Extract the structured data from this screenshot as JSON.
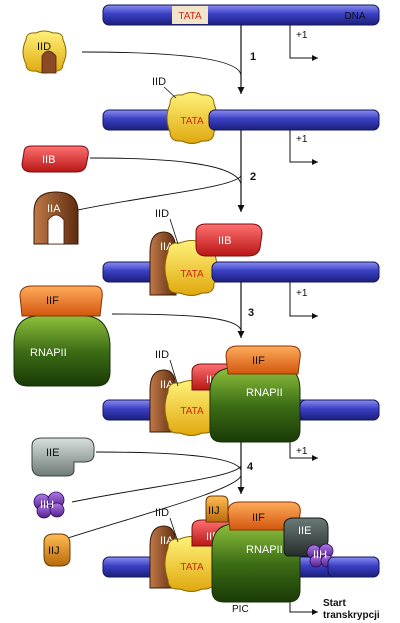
{
  "labels": {
    "tata": "TATA",
    "dna": "DNA",
    "plus_one": "+1",
    "iid": "IID",
    "iib": "IIB",
    "iia": "IIA",
    "iif": "IIF",
    "rnapii": "RNAPII",
    "iie": "IIE",
    "iih": "IIH",
    "iij": "IIJ",
    "pic": "PIC",
    "start_line1": "Start",
    "start_line2": "transkrypcji"
  },
  "steps": [
    "1",
    "2",
    "3",
    "4"
  ],
  "colors": {
    "dna": "#3a3fc4",
    "tata": "#f2e4c8",
    "iid": "#f3cf2a",
    "iib": "#e02e2e",
    "iia": "#8a4a26",
    "iif": "#f07a2a",
    "rnapii": "#3d6e16",
    "iie": "#8e9a96",
    "iih": "#7a3ab6",
    "iij": "#e08a1a"
  }
}
